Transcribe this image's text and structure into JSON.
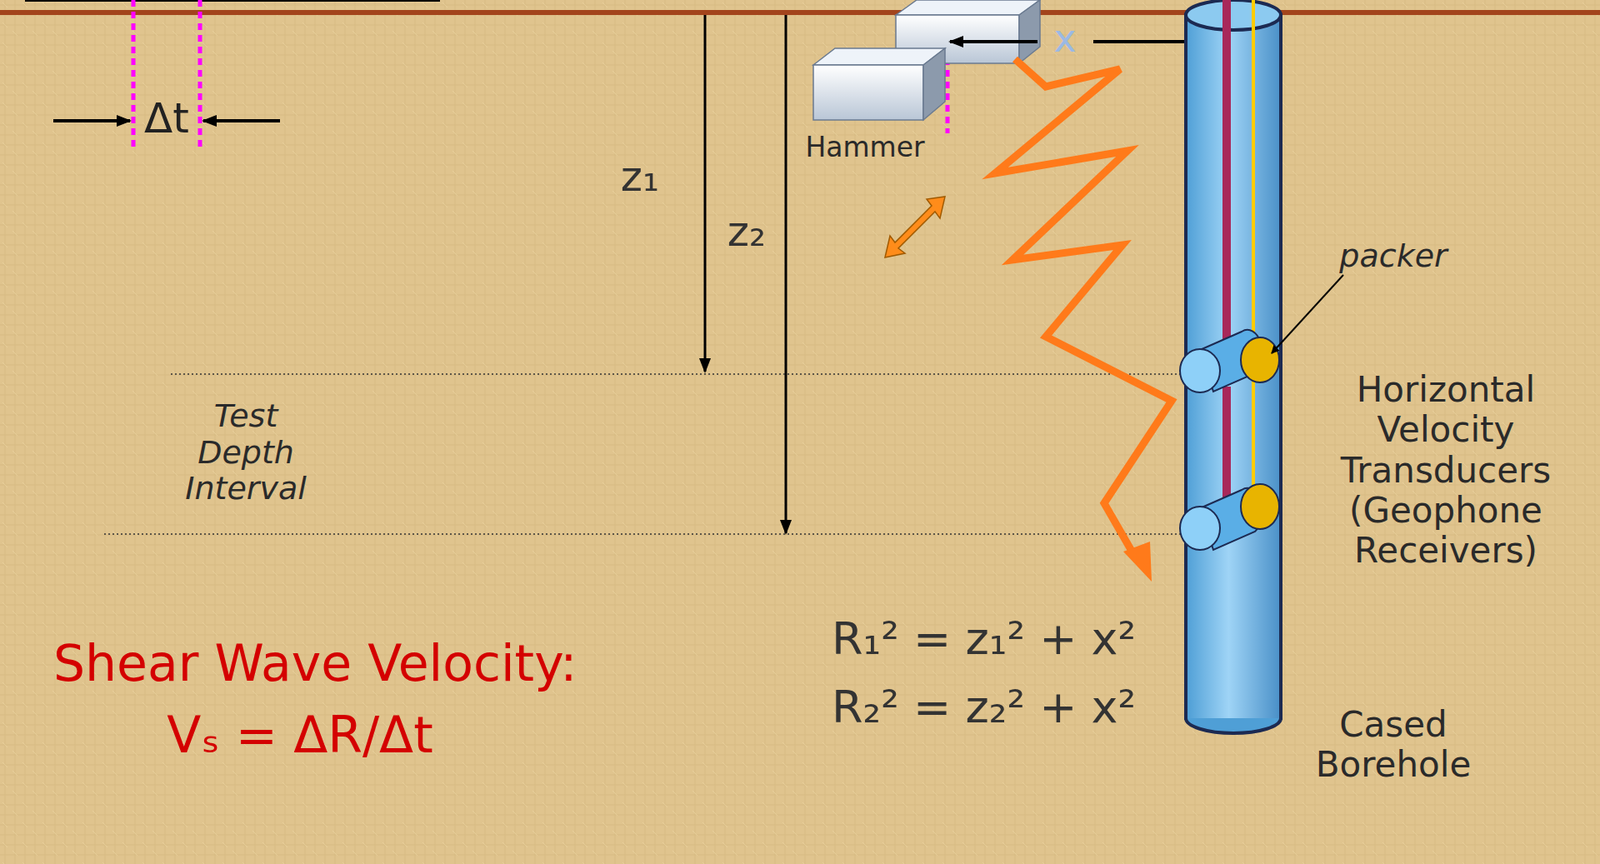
{
  "diagram": {
    "labels": [
      "Δt",
      "z₁",
      "z₂",
      "x",
      "Hammer",
      "packer",
      "Test Depth Interval",
      "Horizontal Velocity Transducers (Geophone Receivers)",
      "R₁² = z₁² + x²",
      "R₂² = z₂² + x²",
      "Shear Wave Velocity:",
      "Vₛ = ΔR/Δt",
      "Cased Borehole"
    ]
  }
}
